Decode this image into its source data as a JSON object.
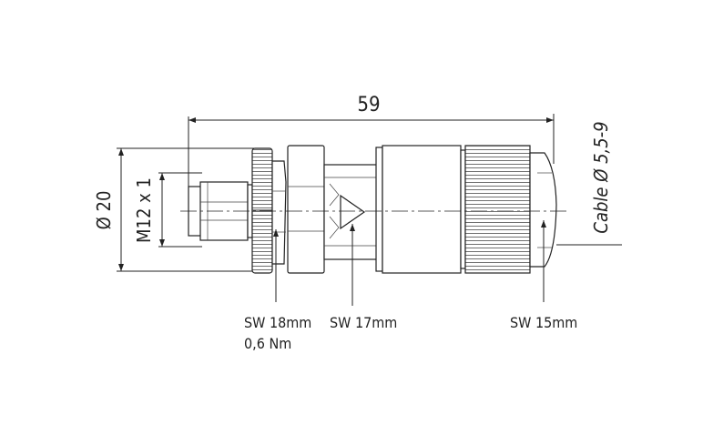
{
  "drawing": {
    "overall_length": "59",
    "outer_diameter": "Ø 20",
    "thread": "M12 x 1",
    "cable_range": "Cable Ø 5,5-9",
    "labels": {
      "sw18": "SW 18mm",
      "torque": "0,6 Nm",
      "sw17": "SW 17mm",
      "sw15": "SW 15mm"
    },
    "line_color": "#222222"
  }
}
